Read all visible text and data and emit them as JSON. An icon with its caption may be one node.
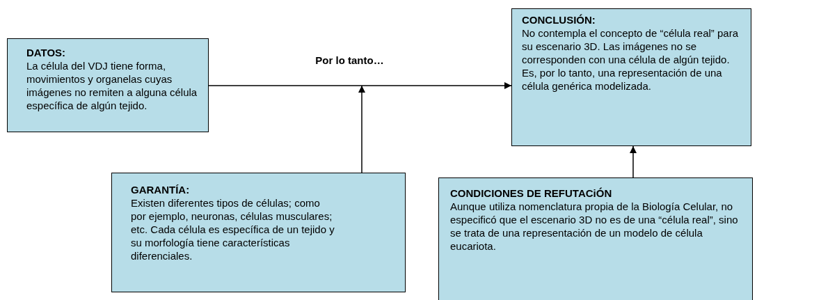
{
  "diagram": {
    "nodes": [
      {
        "text": [
          "DATOS:",
          "La célula del VDJ tiene forma, movimientos y organelas cuyas imágenes no remiten a alguna célula específica de algún tejido."
        ]
      },
      {
        "text": [
          "CONCLUSIÓN:",
          "No contempla el concepto de “célula real” para su escenario 3D. Las imágenes no se corresponden con una célula de algún tejido. Es, por lo tanto, una representación de una célula genérica modelizada."
        ]
      },
      {
        "text": [
          "GARANTÍA:",
          "Existen diferentes tipos de células; como por ejemplo, neuronas, células musculares; etc. Cada célula es específica de un tejido y su morfología tiene características diferenciales."
        ]
      },
      {
        "text": [
          "CONDICIONES DE REFUTACiÓN",
          "Aunque utiliza nomenclatura propia de la Biología Celular, no especificó que el escenario 3D no es de una “célula real”, sino se trata de una representación de un modelo de célula eucariota."
        ]
      }
    ],
    "edges": [
      {
        "from": 0,
        "to": 1,
        "arrow": "to",
        "label": "Por lo tanto…"
      },
      {
        "from": 2,
        "to": null,
        "arrow": "to"
      },
      {
        "from": 3,
        "to": 1,
        "arrow": "to"
      }
    ]
  }
}
